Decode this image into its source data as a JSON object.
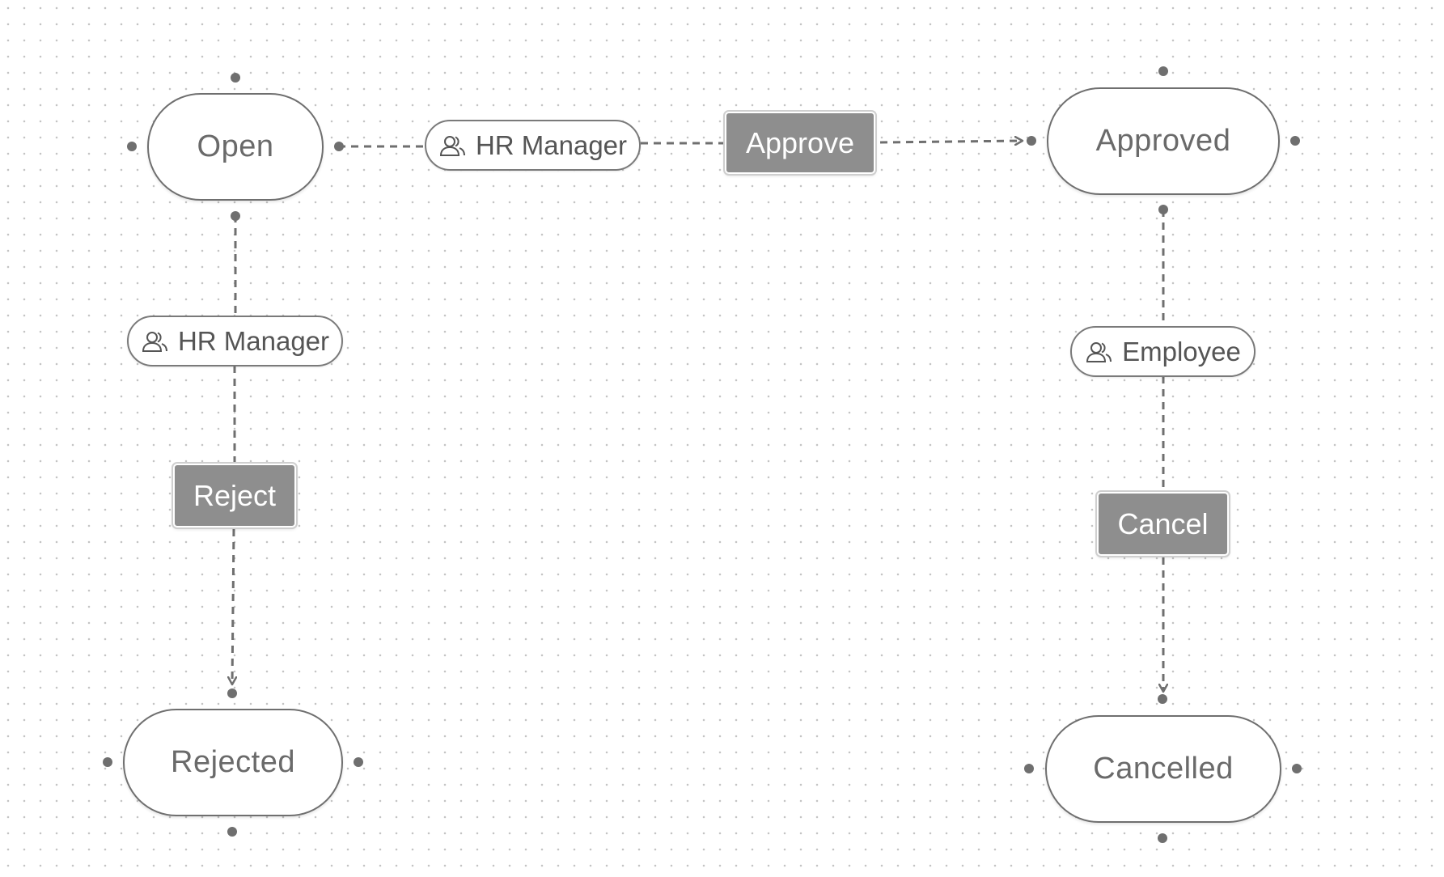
{
  "states": {
    "open": "Open",
    "approved": "Approved",
    "rejected": "Rejected",
    "cancelled": "Cancelled"
  },
  "roles": {
    "hr_manager_approve": "HR Manager",
    "hr_manager_reject": "HR Manager",
    "employee_cancel": "Employee"
  },
  "actions": {
    "approve": "Approve",
    "reject": "Reject",
    "cancel": "Cancel"
  },
  "icons": {
    "role": "users-icon"
  },
  "colors": {
    "canvas_background": "#ffffff",
    "grid_dot": "#c4c4c4",
    "node_border": "#6f6f6f",
    "node_text": "#6a6a6a",
    "action_fill": "#8e8e8e",
    "action_text": "#ffffff",
    "edge": "#6f6f6f"
  }
}
